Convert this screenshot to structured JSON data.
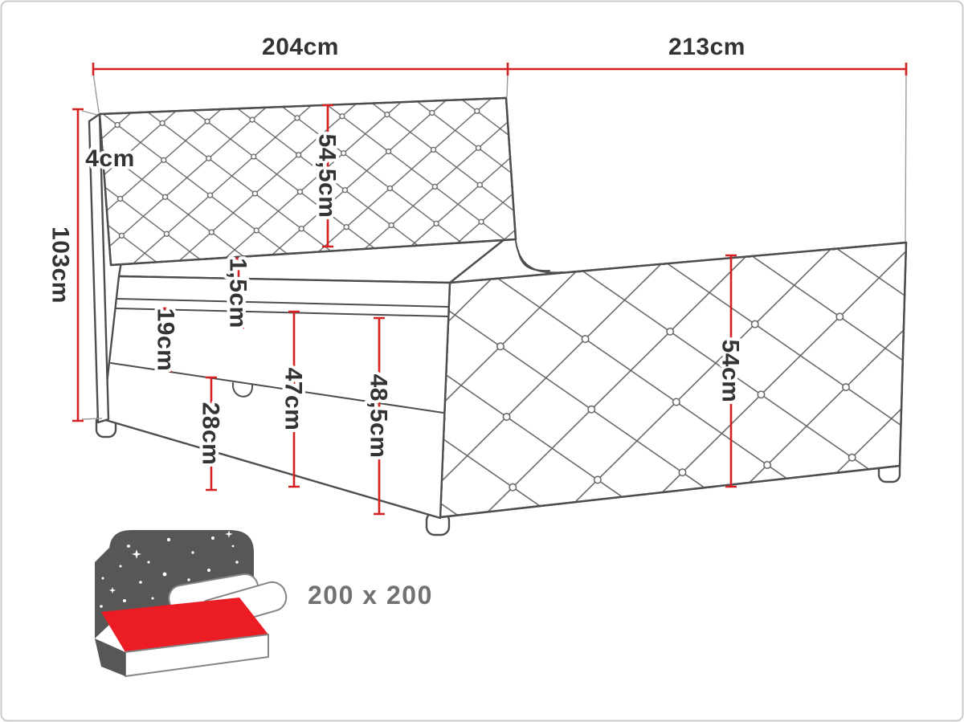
{
  "dims": {
    "headboard_width": "204cm",
    "bed_length": "213cm",
    "headboard_edge": "4cm",
    "total_height": "103cm",
    "headboard_height": "54,5cm",
    "top_box_height": "19cm",
    "mattress_lip": "1,5cm",
    "drawer_height": "28cm",
    "base_height": "47cm",
    "base_total_height": "48,5cm",
    "side_panel_height": "54cm"
  },
  "badge": {
    "size": "200 x 200"
  },
  "colors": {
    "dim_red": "#d42020",
    "line_gray": "#4d4d4d",
    "icon_gray": "#575757",
    "icon_red": "#ec1c24",
    "frame_gray": "#c9c9c9",
    "label_dark": "#333333",
    "badge_gray": "#717171"
  }
}
